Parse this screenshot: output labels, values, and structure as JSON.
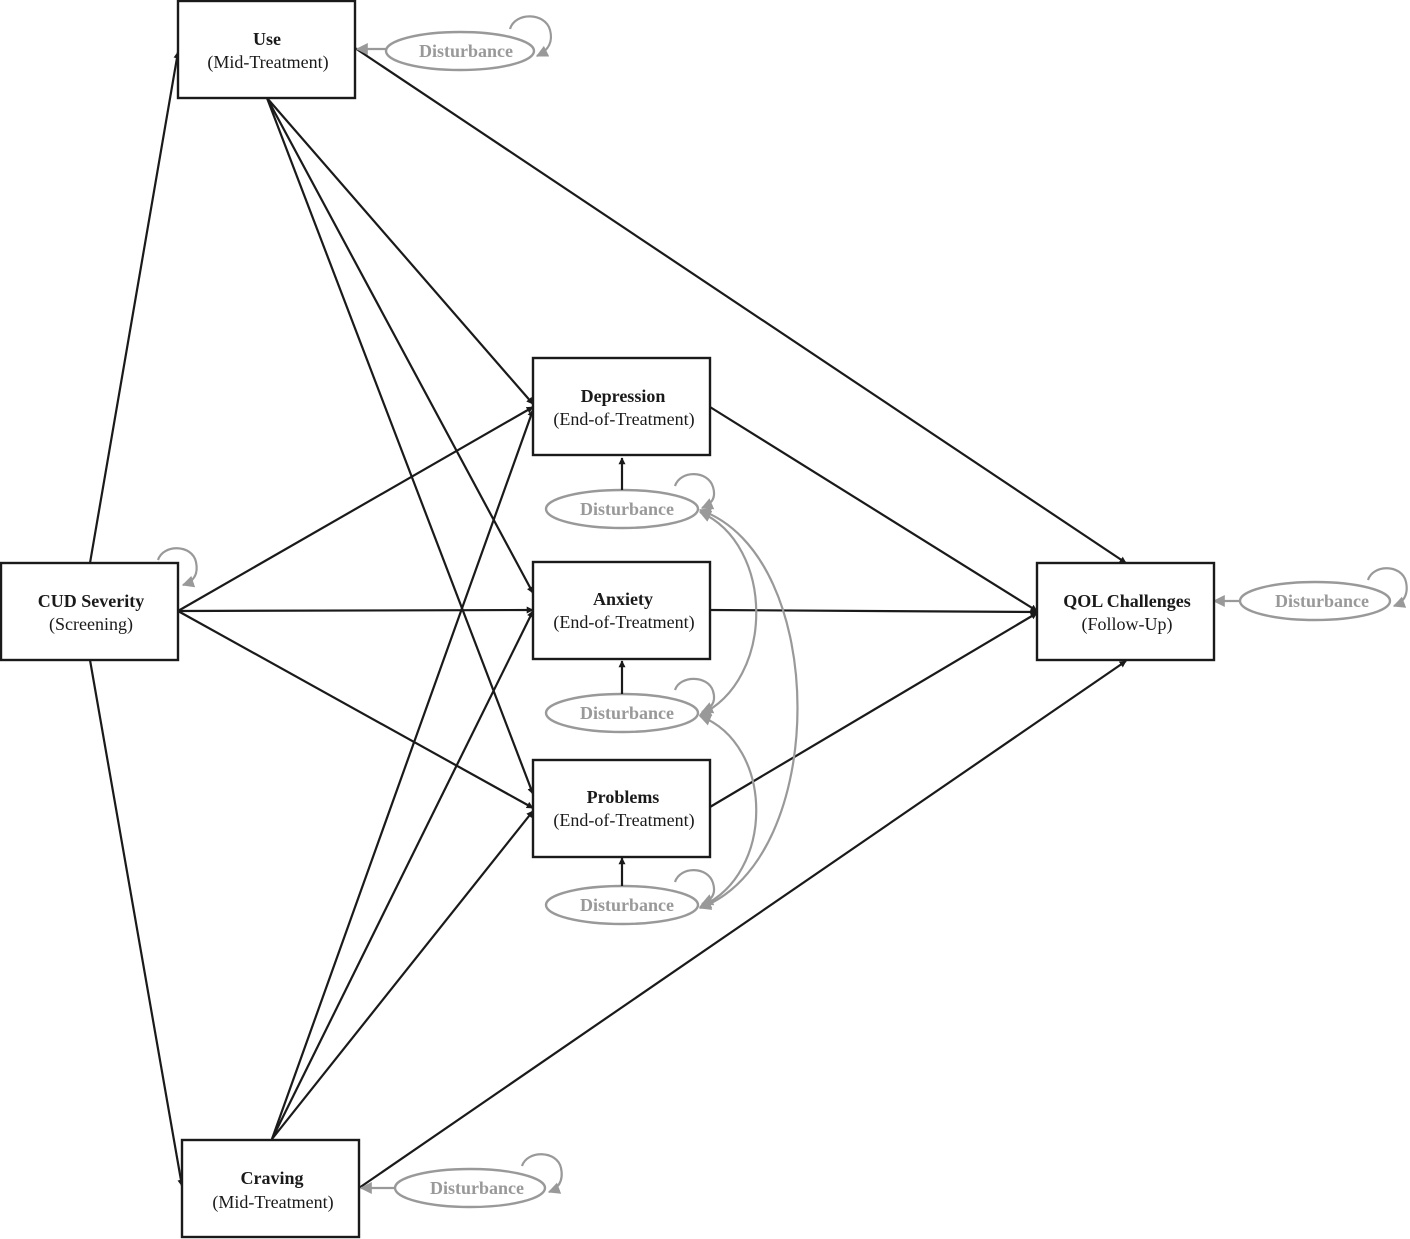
{
  "nodes": {
    "use": {
      "title": "Use",
      "subtitle": "(Mid-Treatment)"
    },
    "cud": {
      "title": "CUD Severity",
      "subtitle": "(Screening)"
    },
    "craving": {
      "title": "Craving",
      "subtitle": "(Mid-Treatment)"
    },
    "depression": {
      "title": "Depression",
      "subtitle": "(End-of-Treatment)"
    },
    "anxiety": {
      "title": "Anxiety",
      "subtitle": "(End-of-Treatment)"
    },
    "problems": {
      "title": "Problems",
      "subtitle": "(End-of-Treatment)"
    },
    "qol": {
      "title": "QOL Challenges",
      "subtitle": "(Follow-Up)"
    }
  },
  "disturbances": {
    "use": "Disturbance",
    "depression": "Disturbance",
    "anxiety": "Disturbance",
    "problems": "Disturbance",
    "qol": "Disturbance",
    "craving": "Disturbance"
  },
  "colors": {
    "primary": "#1a1a1a",
    "disturbance": "#999999"
  }
}
